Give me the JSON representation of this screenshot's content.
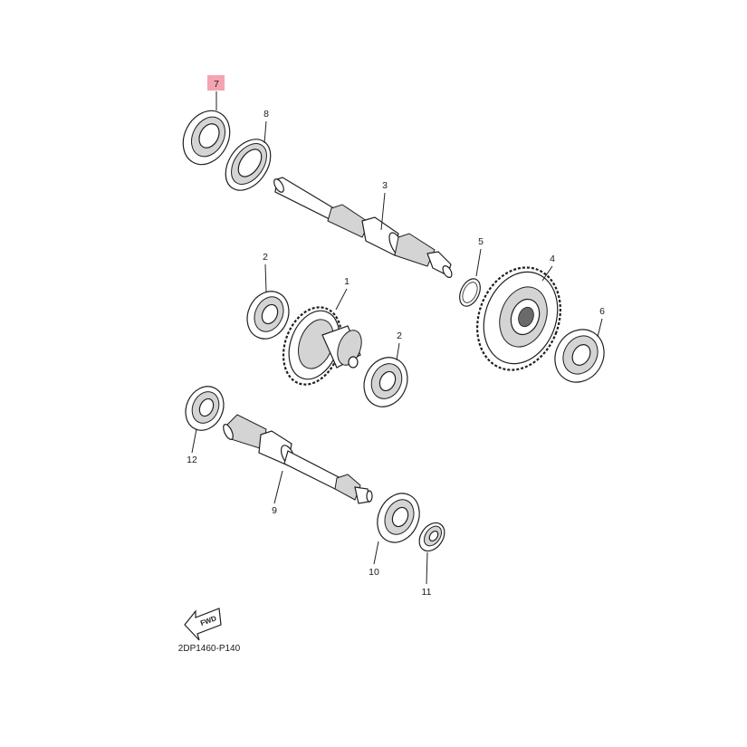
{
  "diagram": {
    "code": "2DP1460-P140",
    "fwd_label": "FWD",
    "highlighted_callout": "7",
    "callouts": {
      "c1": "1",
      "c2a": "2",
      "c2b": "2",
      "c3": "3",
      "c4": "4",
      "c5": "5",
      "c6": "6",
      "c7": "7",
      "c8": "8",
      "c9": "9",
      "c10": "10",
      "c11": "11",
      "c12": "12"
    },
    "colors": {
      "highlight": "#f4a3b0",
      "line": "#1f1f1f",
      "shade": "#d4d4d4"
    }
  }
}
